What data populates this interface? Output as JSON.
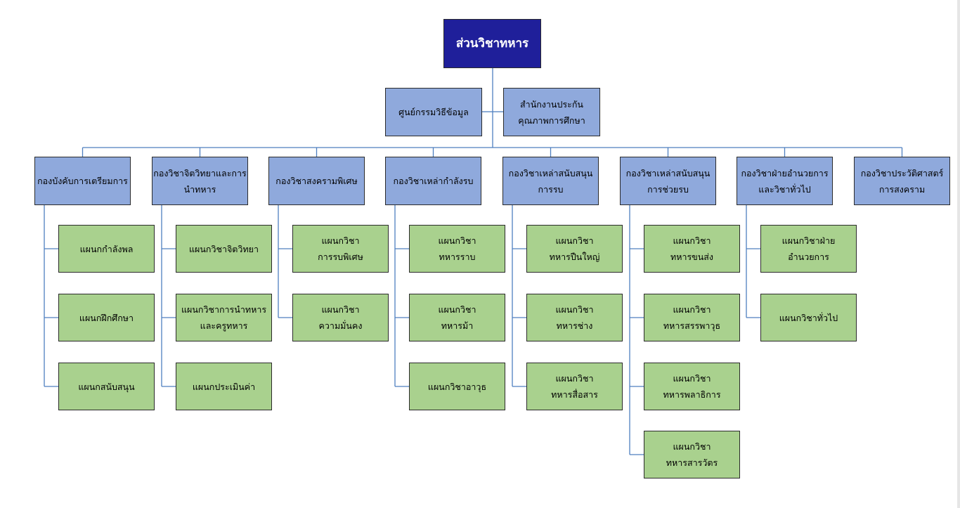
{
  "root": {
    "label": [
      "ส่วนวิชาทหาร"
    ]
  },
  "staff": [
    {
      "label": [
        "ศูนย์กรรมวิธีข้อมูล"
      ]
    },
    {
      "label": [
        "สำนักงานประกัน",
        "คุณภาพการศึกษา"
      ]
    }
  ],
  "divisions": [
    {
      "label": [
        "กองบังคับการเตรียมการ"
      ],
      "sections": [
        [
          "แผนกกำลังพล"
        ],
        [
          "แผนกฝึกศึกษา"
        ],
        [
          "แผนกสนับสนุน"
        ]
      ]
    },
    {
      "label": [
        "กองวิชาจิตวิทยาและการ",
        "นำทหาร"
      ],
      "sections": [
        [
          "แผนกวิชาจิตวิทยา"
        ],
        [
          "แผนกวิชาการนำทหาร",
          "และครูทหาร"
        ],
        [
          "แผนกประเมินค่า"
        ]
      ]
    },
    {
      "label": [
        "กองวิชาสงครามพิเศษ"
      ],
      "sections": [
        [
          "แผนกวิชา",
          "การรบพิเศษ"
        ],
        [
          "แผนกวิชา",
          "ความมั่นคง"
        ]
      ]
    },
    {
      "label": [
        "กองวิชาเหล่ากำลังรบ"
      ],
      "sections": [
        [
          "แผนกวิชา",
          "ทหารราบ"
        ],
        [
          "แผนกวิชา",
          "ทหารม้า"
        ],
        [
          "แผนกวิชาอาวุธ"
        ]
      ]
    },
    {
      "label": [
        "กองวิชาเหล่าสนับสนุน",
        "การรบ"
      ],
      "sections": [
        [
          "แผนกวิชา",
          "ทหารปืนใหญ่"
        ],
        [
          "แผนกวิชา",
          "ทหารช่าง"
        ],
        [
          "แผนกวิชา",
          "ทหารสื่อสาร"
        ]
      ]
    },
    {
      "label": [
        "กองวิชาเหล่าสนับสนุน",
        "การช่วยรบ"
      ],
      "sections": [
        [
          "แผนกวิชา",
          "ทหารขนส่ง"
        ],
        [
          "แผนกวิชา",
          "ทหารสรรพาวุธ"
        ],
        [
          "แผนกวิชา",
          "ทหารพลาธิการ"
        ],
        [
          "แผนกวิชา",
          "ทหารสารวัตร"
        ]
      ]
    },
    {
      "label": [
        "กองวิชาฝ่ายอำนวยการ",
        "และวิชาทั่วไป"
      ],
      "sections": [
        [
          "แผนกวิชาฝ่าย",
          "อำนวยการ"
        ],
        [
          "แผนกวิชาทั่วไป"
        ]
      ]
    },
    {
      "label": [
        "กองวิชาประวัติศาสตร์",
        "การสงคราม"
      ],
      "sections": []
    }
  ],
  "colors": {
    "root_fill": "#1f1f9a",
    "blue_fill": "#8fa9dc",
    "green_fill": "#a9d18e",
    "connector": "#4f7fbf"
  }
}
